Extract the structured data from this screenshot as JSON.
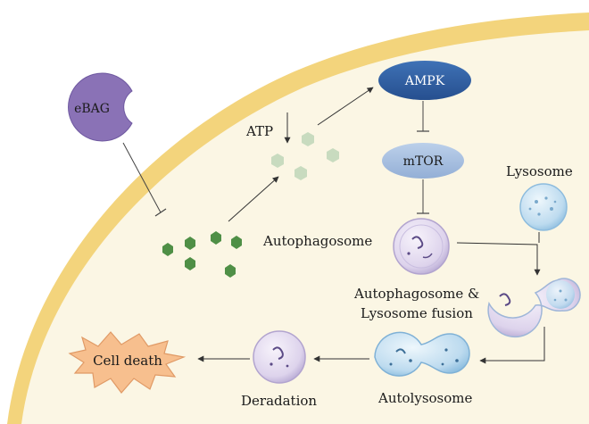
{
  "nodes": {
    "ebag": "eBAG",
    "ampk": "AMPK",
    "mtor": "mTOR",
    "atp": "ATP",
    "autophagosome": "Autophagosome",
    "lysosome": "Lysosome",
    "fusion_line1": "Autophagosome &",
    "fusion_line2": "Lysosome fusion",
    "autolysosome": "Autolysosome",
    "degradation": "Deradation",
    "cell_death": "Cell death"
  },
  "colors": {
    "membrane": "#f2d27a",
    "cytoplasm": "#fbf5e2",
    "ebag": "#8b72b5",
    "ampk": "#2f5ea2",
    "mtor": "#a7bfdf",
    "hexagon": "#4f8f46",
    "hexagon_light": "#c9dcc0",
    "cell_death": "#f6be8e",
    "lysosome": "#c5e1f1",
    "vesicle": "#e6e0f0"
  }
}
